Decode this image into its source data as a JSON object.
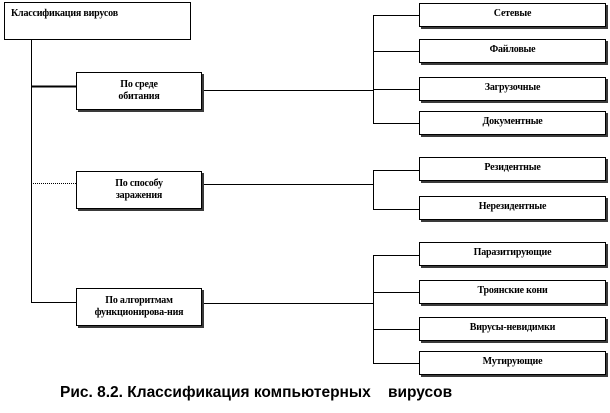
{
  "diagram": {
    "root": {
      "label": "Классификация вирусов"
    },
    "groups": [
      {
        "label_lines": [
          "По среде",
          "обитания"
        ],
        "children": [
          "Сетевые",
          "Файловые",
          "Загрузочные",
          "Документные"
        ]
      },
      {
        "label_lines": [
          "По способу",
          "заражения"
        ],
        "children": [
          "Резидентные",
          "Нерезидентные"
        ]
      },
      {
        "label_lines": [
          "По алгоритмам",
          "функционирова-ния"
        ],
        "children": [
          "Паразитирующие",
          "Троянские кони",
          "Вирусы-невидимки",
          "Мутирующие"
        ]
      }
    ]
  },
  "caption": "Рис. 8.2. Классификация компьютерных    вирусов"
}
